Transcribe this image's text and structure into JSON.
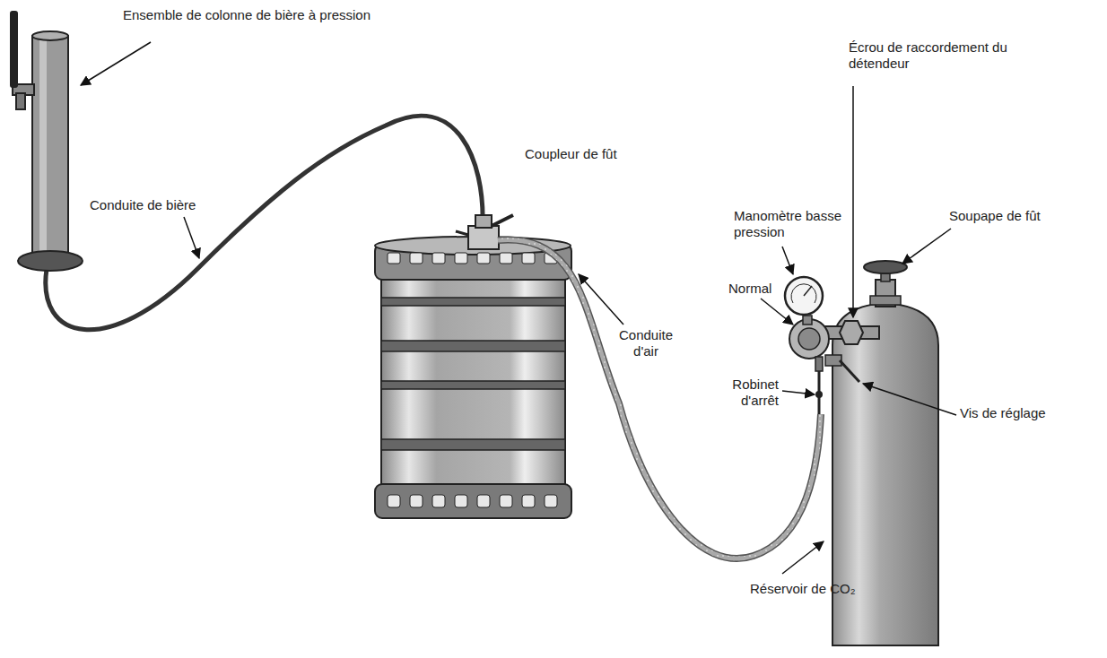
{
  "diagram": {
    "labels": [
      "Ensemble de colonne de bière à pression",
      "Écrou de raccordement du détendeur",
      "Coupleur de fût",
      "Manomètre basse pression",
      "Soupape de fût",
      "Conduite de bière",
      "Normal",
      "Conduite d'air",
      "Robinet d'arrêt",
      "Vis de réglage",
      "Réservoir de CO₂"
    ]
  }
}
